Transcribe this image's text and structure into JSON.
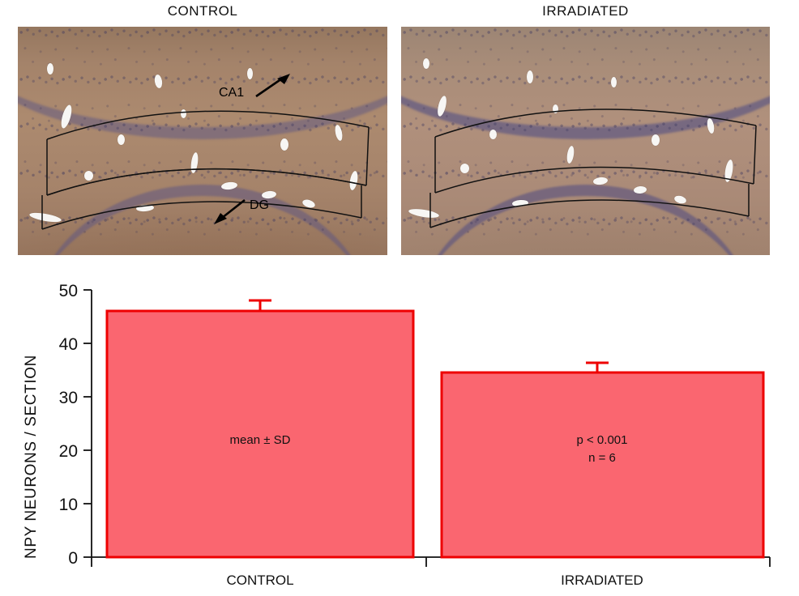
{
  "figure": {
    "panels": [
      {
        "title": "CONTROL",
        "annotations": [
          {
            "label": "CA1",
            "arrow": "arrow-up-right"
          },
          {
            "label": "DG",
            "arrow": "arrow-down-left"
          }
        ]
      },
      {
        "title": "IRRADIATED",
        "annotations": []
      }
    ]
  },
  "chart_data": {
    "type": "bar",
    "title": "",
    "xlabel": "",
    "ylabel": "NPY NEURONS / SECTION",
    "categories": [
      "CONTROL",
      "IRRADIATED"
    ],
    "values": [
      46,
      34.5
    ],
    "errors": [
      2,
      1.8
    ],
    "error_type": "SD",
    "ylim": [
      0,
      50
    ],
    "yticks": [
      0,
      10,
      20,
      30,
      40,
      50
    ],
    "ytick_labels": [
      "0",
      "10",
      "20",
      "30",
      "40",
      "50"
    ],
    "grid": false,
    "legend": false,
    "bar_color": "#FA6670",
    "bar_edge_color": "#EE0000",
    "error_color": "#EE0000",
    "annotations": [
      {
        "text": "mean ± SD",
        "category": "CONTROL"
      },
      {
        "text": "p < 0.001",
        "category": "IRRADIATED"
      },
      {
        "text": "n = 6",
        "category": "IRRADIATED"
      }
    ]
  },
  "chart_text": {
    "ylabel": "NPY NEURONS / SECTION",
    "ytick_0": "0",
    "ytick_10": "10",
    "ytick_20": "20",
    "ytick_30": "30",
    "ytick_40": "40",
    "ytick_50": "50",
    "cat_control": "CONTROL",
    "cat_irradiated": "IRRADIATED",
    "note_mean_sd": "mean ± SD",
    "note_pvalue": "p < 0.001",
    "note_n": "n = 6"
  },
  "colors": {
    "bar_fill": "#FA6670",
    "bar_stroke": "#EE0000",
    "axis": "#111111",
    "text": "#111111"
  }
}
